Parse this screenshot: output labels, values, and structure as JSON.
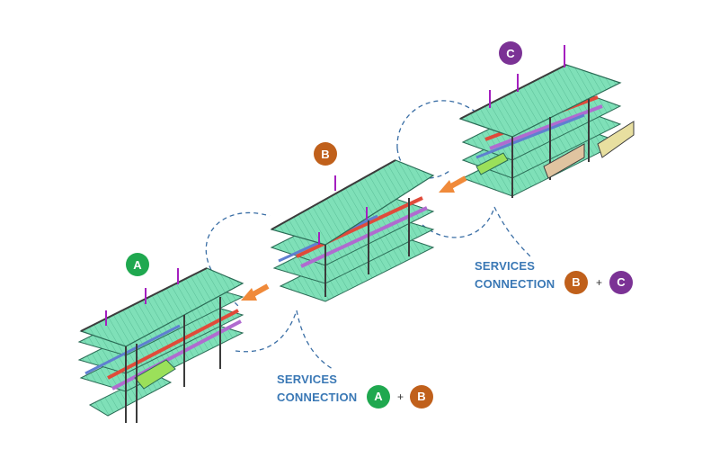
{
  "modules": [
    {
      "id": "a",
      "label": "A",
      "color": "#1fa84f"
    },
    {
      "id": "b",
      "label": "B",
      "color": "#c0601b"
    },
    {
      "id": "c",
      "label": "C",
      "color": "#7b3295"
    }
  ],
  "connections": [
    {
      "id": "bc",
      "line1": "SERVICES",
      "line2": "CONNECTION",
      "from": "B",
      "plus": "+",
      "to": "C"
    },
    {
      "id": "ab",
      "line1": "SERVICES",
      "line2": "CONNECTION",
      "from": "A",
      "plus": "+",
      "to": "B"
    }
  ],
  "colors": {
    "floor": "#7fe0b8",
    "floor_edge": "#2a6b55",
    "frame": "#3b3b3b",
    "pipe_red": "#e04a3a",
    "pipe_purple": "#b06bd0",
    "duct_blue": "#5f7fd0",
    "arrow": "#f08a3a",
    "dash": "#3a6ea5",
    "stack": "#a41fbf"
  }
}
